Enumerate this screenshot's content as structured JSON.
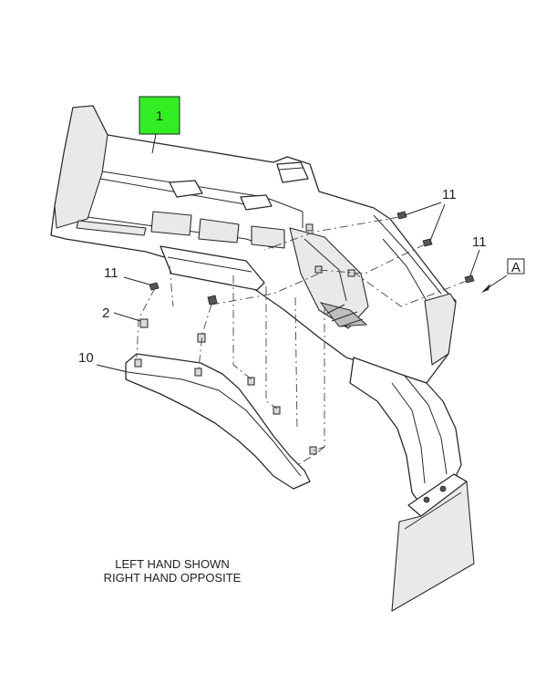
{
  "callouts": {
    "main_part": "1",
    "part_2": "2",
    "part_10": "10",
    "bolt_left": "11",
    "bolt_right_pair": "11",
    "bolt_far_right": "11",
    "view_ref": "A"
  },
  "notes": {
    "line1": "LEFT HAND SHOWN",
    "line2": "RIGHT HAND OPPOSITE"
  },
  "colors": {
    "highlight": "#33ee22",
    "line": "#2a2a2a"
  }
}
